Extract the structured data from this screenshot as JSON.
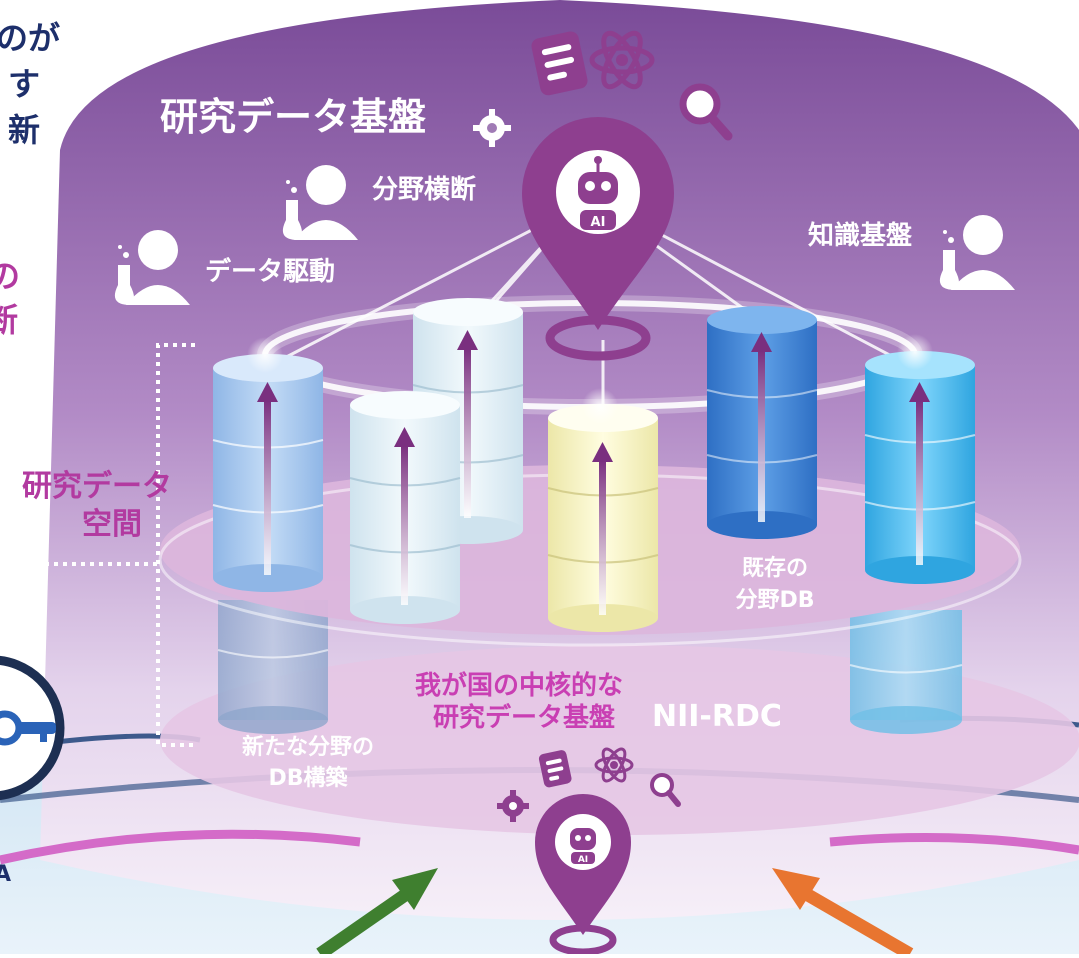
{
  "texts": {
    "frag_line1": "のが",
    "frag_line2": "す",
    "frag_line3": "新",
    "frag_pink1": "の",
    "frag_pink2": "断",
    "frag_bottom_left": "A",
    "title": "研究データ基盤",
    "cross_field": "分野横断",
    "data_driven": "データ駆動",
    "knowledge_base": "知識基盤",
    "research_space_line1": "研究データ",
    "research_space_line2": "空間",
    "existing_db_line1": "既存の",
    "existing_db_line2": "分野DB",
    "core_line1": "我が国の中核的な",
    "core_line2": "研究データ基盤",
    "nii_rdc": "NII-RDC",
    "new_db_line1": "新たな分野の",
    "new_db_line2": "DB構築",
    "ai_badge": "AI"
  },
  "colors": {
    "purple_deep": "#7e4d97",
    "purple_mid": "#9b6fb0",
    "pink_text": "#b23aa0",
    "magenta_text": "#c93fb3",
    "navy_text": "#1d2f6b",
    "pin": "#8e3f8f",
    "arrow": "#7a2f7f",
    "green_arrow": "#3f7f2f",
    "orange_arrow": "#e87530",
    "band_blue": "#3d5a8c",
    "band_pink": "#d46bc8"
  },
  "icons": [
    "person-scientist-icon",
    "document-icon",
    "atom-icon",
    "magnifier-icon",
    "gear-icon",
    "ai-robot-icon",
    "location-pin-icon",
    "key-icon"
  ]
}
